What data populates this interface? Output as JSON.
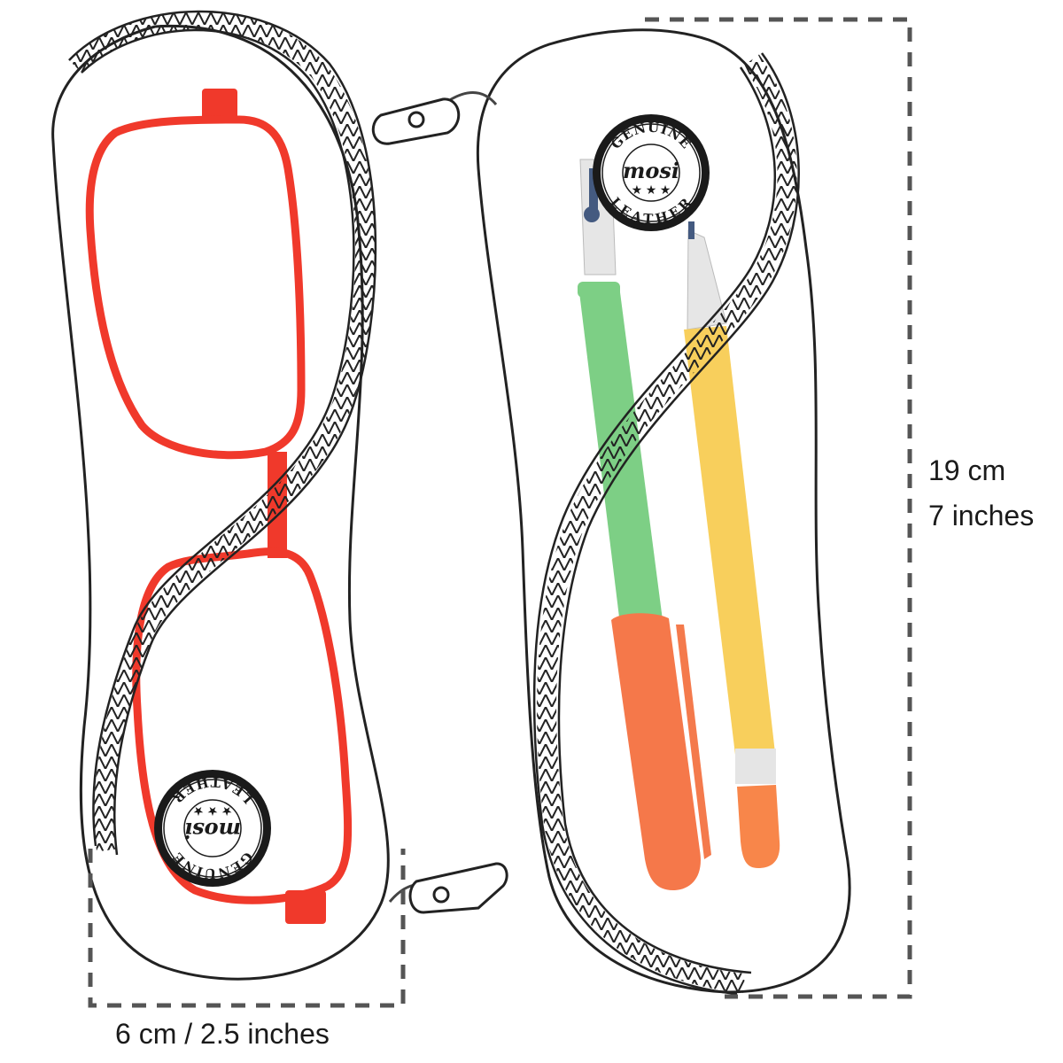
{
  "dimensions": {
    "height_cm": "19 cm",
    "height_in": "7 inches",
    "width": "6 cm / 2.5 inches"
  },
  "stamp": {
    "top_text": "GENUINE",
    "brand": "mosi",
    "bottom_text": "LEATHER"
  },
  "colors": {
    "glasses_frame": "#f0392b",
    "pen_body": "#7dcf85",
    "pen_cap": "#f5784a",
    "pencil_body": "#f8cf5c",
    "pencil_eraser": "#f8864a",
    "zipper": "#222222",
    "dashed_line": "#555555"
  }
}
